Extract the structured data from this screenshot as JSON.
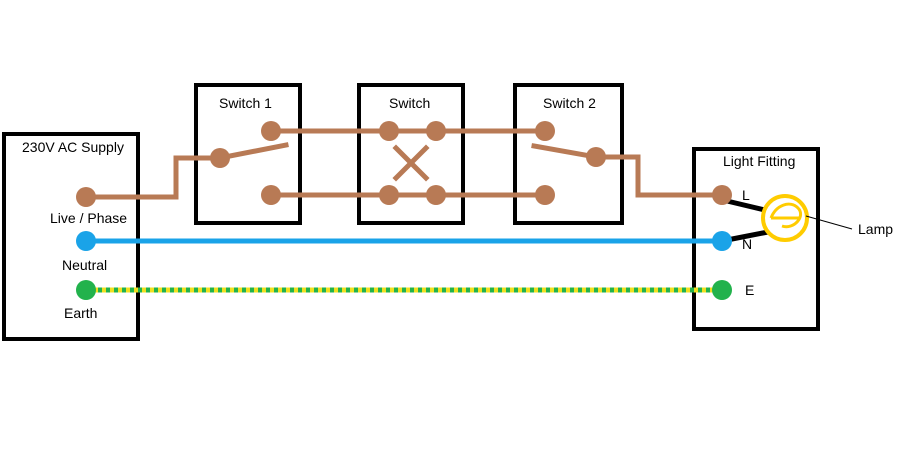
{
  "colors": {
    "live": "#b87a55",
    "neutral": "#1aa3e8",
    "earth_green": "#22b24c",
    "earth_yellow": "#f0e020",
    "lamp": "#ffcc00",
    "box_border": "#000000"
  },
  "supply": {
    "title": "230V AC Supply",
    "live_label": "Live / Phase",
    "neutral_label": "Neutral",
    "earth_label": "Earth"
  },
  "switch1": {
    "title": "Switch 1"
  },
  "intermediate_switch": {
    "title": "Switch"
  },
  "switch2": {
    "title": "Switch 2"
  },
  "light_fitting": {
    "title": "Light Fitting",
    "terminal_live": "L",
    "terminal_neutral": "N",
    "terminal_earth": "E"
  },
  "lamp": {
    "label": "Lamp"
  }
}
